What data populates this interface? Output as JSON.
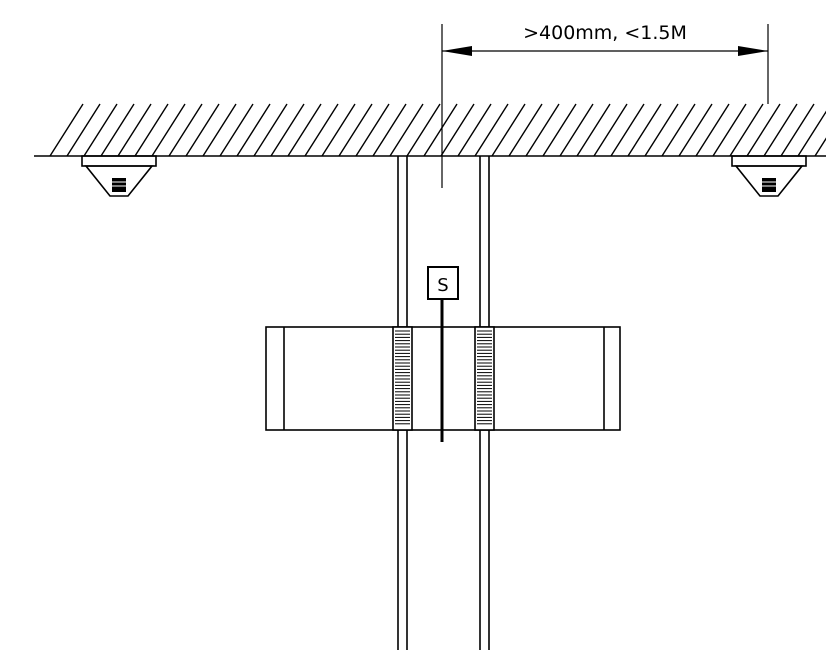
{
  "dimension": {
    "label": ">400mm, <1.5M"
  },
  "sensor": {
    "label": "S"
  },
  "components": {
    "ceiling": "ceiling-hatch",
    "detectors": [
      "ceiling-detector-left",
      "ceiling-detector-right"
    ],
    "pipes": [
      "pipe-left",
      "pipe-right"
    ],
    "duct": "duct-section",
    "couplings": [
      "coupling-left",
      "coupling-right"
    ],
    "probe": "sensor-probe"
  },
  "colors": {
    "line": "#000000",
    "background": "#ffffff"
  }
}
